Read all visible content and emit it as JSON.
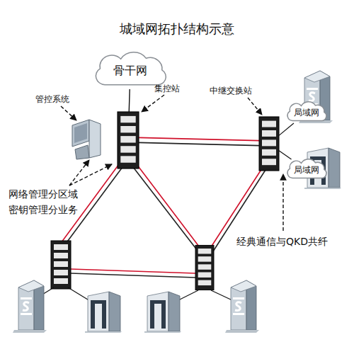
{
  "diagram": {
    "title": "城域网拓扑结构示意",
    "nodes": [
      {
        "text": [
          "骨干网"
        ]
      },
      {
        "text": [
          "管控系统"
        ]
      },
      {
        "text": [
          "集控站"
        ]
      },
      {
        "text": [
          "中继交换站"
        ]
      },
      {
        "text": [
          "局域网"
        ]
      },
      {
        "text": [
          "局域网"
        ]
      }
    ],
    "edges": [
      {
        "from": 0,
        "to": 2,
        "arrow": "none"
      },
      {
        "from": 2,
        "to": 3,
        "arrow": "none"
      },
      {
        "from": 3,
        "to": 4,
        "arrow": "none"
      },
      {
        "from": 3,
        "to": 5,
        "arrow": "none"
      }
    ],
    "labels": [
      "网络管理分区域",
      "密钥管理分业务",
      "经典通信与QKD共纤"
    ]
  }
}
